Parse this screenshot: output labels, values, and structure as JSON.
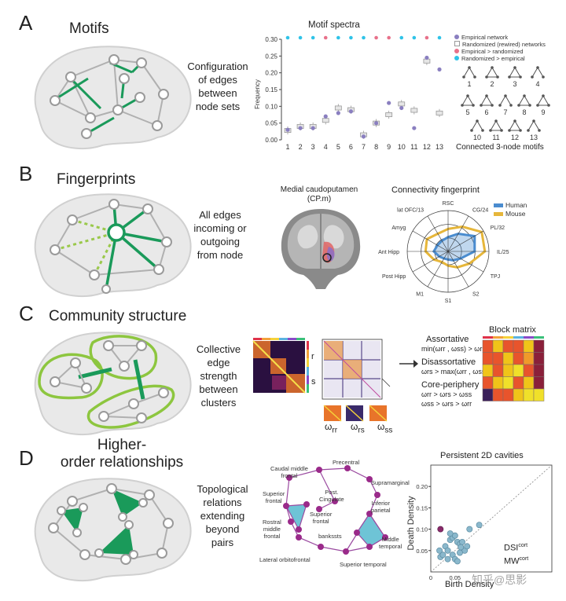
{
  "panels": [
    {
      "letter": "A",
      "title": "Motifs",
      "description": [
        "Configuration",
        "of edges",
        "between",
        "node sets"
      ]
    },
    {
      "letter": "B",
      "title": "Fingerprints",
      "description": [
        "All edges",
        "incoming or",
        "outgoing",
        "from node"
      ]
    },
    {
      "letter": "C",
      "title": "Community structure",
      "description": [
        "Collective",
        "edge",
        "strength",
        "between",
        "clusters"
      ]
    },
    {
      "letter": "D",
      "title_lines": [
        "Higher-",
        "order relationships"
      ],
      "description": [
        "Topological",
        "relations",
        "extending",
        "beyond",
        "pairs"
      ]
    }
  ],
  "motif_chart": {
    "title": "Motif spectra",
    "ylabel": "Frequency",
    "xlabel_caption": "Connected 3-node motifs",
    "yticks": [
      "0.00",
      "0.05",
      "0.10",
      "0.15",
      "0.20",
      "0.25",
      "0.30"
    ],
    "legend": [
      "Empirical network",
      "Randomized (rewired) networks",
      "Empirical > randomized",
      "Randomized > empirical"
    ],
    "colors": {
      "empirical": "#8a7fc0",
      "emp_gt_rand": "#e8718a",
      "rand_gt_emp": "#2fc3e8",
      "box": "#bbbbbb"
    }
  },
  "chart_data": [
    {
      "type": "scatter",
      "title": "Motif spectra",
      "xlabel": "",
      "ylabel": "Frequency",
      "ylim": [
        0,
        0.3
      ],
      "categories": [
        "1",
        "2",
        "3",
        "4",
        "5",
        "6",
        "7",
        "8",
        "9",
        "10",
        "11",
        "12",
        "13"
      ],
      "series": [
        {
          "name": "Empirical network",
          "values": [
            0.03,
            0.035,
            0.035,
            0.07,
            0.08,
            0.085,
            0.01,
            0.05,
            0.11,
            0.095,
            0.035,
            0.245,
            0.21
          ]
        },
        {
          "name": "Randomized (rewired) networks",
          "values": [
            0.028,
            0.04,
            0.04,
            0.058,
            0.095,
            0.09,
            0.015,
            0.05,
            0.075,
            0.107,
            0.088,
            0.235,
            0.08
          ]
        }
      ],
      "significance": [
        "rand_gt_emp",
        "rand_gt_emp",
        "rand_gt_emp",
        "emp_gt_rand",
        "rand_gt_emp",
        "rand_gt_emp",
        "rand_gt_emp",
        "emp_gt_rand",
        "emp_gt_rand",
        "rand_gt_emp",
        "rand_gt_emp",
        "emp_gt_rand",
        "rand_gt_emp"
      ]
    },
    {
      "type": "scatter",
      "title": "Persistent 2D cavities",
      "xlabel": "Birth Density",
      "ylabel": "Death Density",
      "xlim": [
        0,
        0.25
      ],
      "ylim": [
        0,
        0.25
      ],
      "xticks": [
        "0",
        "0.05"
      ],
      "yticks": [
        "0.05",
        "0.10",
        "0.15",
        "0.20"
      ],
      "series": [
        {
          "name": "DSI",
          "x": [
            0.018,
            0.02,
            0.025,
            0.03,
            0.035,
            0.04,
            0.045,
            0.05,
            0.055,
            0.06,
            0.065,
            0.07,
            0.075,
            0.045,
            0.05,
            0.055,
            0.08,
            0.1,
            0.035,
            0.04,
            0.06,
            0.062
          ],
          "y": [
            0.05,
            0.035,
            0.04,
            0.06,
            0.05,
            0.075,
            0.08,
            0.085,
            0.07,
            0.065,
            0.07,
            0.05,
            0.06,
            0.04,
            0.03,
            0.025,
            0.1,
            0.11,
            0.03,
            0.09,
            0.045,
            0.058
          ]
        },
        {
          "name": "MW",
          "x": [
            0.02
          ],
          "y": [
            0.1
          ]
        }
      ],
      "legend_text": [
        "DSI",
        "cort",
        "MW",
        "cort"
      ]
    }
  ],
  "motif_numbers": [
    "1",
    "2",
    "3",
    "4",
    "5",
    "6",
    "7",
    "8",
    "9",
    "10",
    "11",
    "12",
    "13"
  ],
  "fingerprint": {
    "title_left": [
      "Medial caudoputamen",
      "(CP.m)"
    ],
    "title_right": "Connectivity fingerprint",
    "legend": [
      "Human",
      "Mouse"
    ],
    "colors": {
      "human": "#4a8ccf",
      "mouse": "#e6b63a"
    },
    "axes": [
      "RSC",
      "CG/24",
      "PL/32",
      "IL/25",
      "TPJ",
      "S2",
      "S1",
      "M1",
      "Post Hipp",
      "Ant Hipp",
      "Amyg",
      "lat OFC/13"
    ]
  },
  "community": {
    "labels": [
      "r",
      "s"
    ],
    "omegas": [
      "ω",
      "rr",
      "ω",
      "rs",
      "ω",
      "ss"
    ],
    "block_title": "Block matrix",
    "rules": [
      {
        "name": "Assortative",
        "formula": "min(ωrr , ωss) > ωrs"
      },
      {
        "name": "Disassortative",
        "formula": "ωrs > max(ωrr , ωss)"
      },
      {
        "name": "Core-periphery",
        "formula": "ωrr > ωrs > ωss",
        "formula2": "ωss > ωrs > ωrr"
      }
    ],
    "block_colors": [
      [
        "#e8542c",
        "#f0c419",
        "#e8542c",
        "#e8542c",
        "#f0c419",
        "#8a1f3a"
      ],
      [
        "#e8542c",
        "#e8542c",
        "#f0c419",
        "#e8542c",
        "#f09a2a",
        "#8a1f3a"
      ],
      [
        "#f0c419",
        "#e8542c",
        "#f0c419",
        "#f0e02a",
        "#e8542c",
        "#8a1f3a"
      ],
      [
        "#e8542c",
        "#f0c419",
        "#f0e02a",
        "#e8542c",
        "#f0c419",
        "#8a1f3a"
      ],
      [
        "#3a1f5a",
        "#e8542c",
        "#e8542c",
        "#f0c419",
        "#f0e02a",
        "#f0e02a"
      ]
    ]
  },
  "network_d": {
    "labels": [
      "Precentral",
      "Caudal middle",
      "frontal",
      "Supramarginal",
      "Post.",
      "Cingulate",
      "Superior",
      "frontal",
      "Inferior",
      "parietal",
      "Superior",
      "frontal",
      "Rostral",
      "middle",
      "frontal",
      "bankssts",
      "Middle",
      "temporal",
      "Lateral orbitofrontal",
      "Superior temporal"
    ]
  },
  "watermark": "知乎@思影"
}
